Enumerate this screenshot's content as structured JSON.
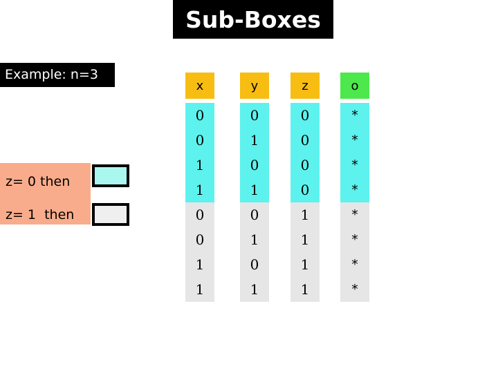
{
  "slide": {
    "title": "Sub-Boxes",
    "example_label": "Example: n=3"
  },
  "legend": {
    "rows": [
      {
        "label": "z= 0 then",
        "swatch_color": "#aaf7f0",
        "swatch_name": "aqua-swatch"
      },
      {
        "label": "z= 1  then",
        "swatch_color": "#efefef",
        "swatch_name": "gray-swatch"
      }
    ],
    "panel_color": "#f9ac8b"
  },
  "chart_data": {
    "type": "table",
    "title": "Sub-Boxes",
    "columns": [
      {
        "header": "x",
        "header_color": "#f7bd12"
      },
      {
        "header": "y",
        "header_color": "#f7bd12"
      },
      {
        "header": "z",
        "header_color": "#f7bd12"
      },
      {
        "header": "o",
        "header_color": "#4ce84c"
      }
    ],
    "rows": [
      {
        "x": "0",
        "y": "0",
        "z": "0",
        "o": "*",
        "group": "aqua"
      },
      {
        "x": "0",
        "y": "1",
        "z": "0",
        "o": "*",
        "group": "aqua"
      },
      {
        "x": "1",
        "y": "0",
        "z": "0",
        "o": "*",
        "group": "aqua"
      },
      {
        "x": "1",
        "y": "1",
        "z": "0",
        "o": "*",
        "group": "aqua"
      },
      {
        "x": "0",
        "y": "0",
        "z": "1",
        "o": "*",
        "group": "gray"
      },
      {
        "x": "0",
        "y": "1",
        "z": "1",
        "o": "*",
        "group": "gray"
      },
      {
        "x": "1",
        "y": "0",
        "z": "1",
        "o": "*",
        "group": "gray"
      },
      {
        "x": "1",
        "y": "1",
        "z": "1",
        "o": "*",
        "group": "gray"
      }
    ],
    "group_colors": {
      "aqua": "#5df2ed",
      "gray": "#e6e6e6"
    }
  }
}
